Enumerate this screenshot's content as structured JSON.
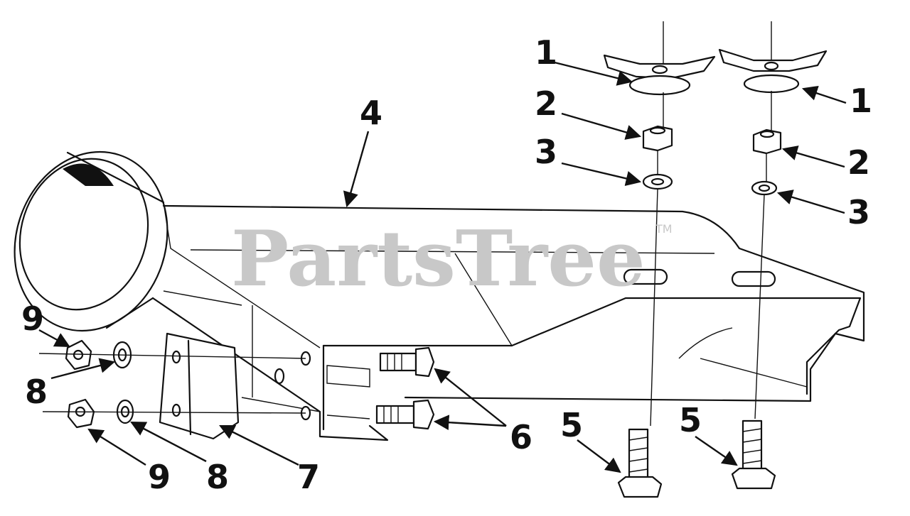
{
  "watermark": {
    "text": "PartsTree",
    "trademark": "TM"
  },
  "callouts": [
    {
      "id": "c1a",
      "label": "1"
    },
    {
      "id": "c1b",
      "label": "1"
    },
    {
      "id": "c2a",
      "label": "2"
    },
    {
      "id": "c2b",
      "label": "2"
    },
    {
      "id": "c3a",
      "label": "3"
    },
    {
      "id": "c3b",
      "label": "3"
    },
    {
      "id": "c4",
      "label": "4"
    },
    {
      "id": "c5a",
      "label": "5"
    },
    {
      "id": "c5b",
      "label": "5"
    },
    {
      "id": "c6",
      "label": "6"
    },
    {
      "id": "c7",
      "label": "7"
    },
    {
      "id": "c8a",
      "label": "8"
    },
    {
      "id": "c8b",
      "label": "8"
    },
    {
      "id": "c9a",
      "label": "9"
    },
    {
      "id": "c9b",
      "label": "9"
    }
  ],
  "colors": {
    "line": "#111111",
    "watermark": "#c8c8c8",
    "background": "#ffffff"
  }
}
